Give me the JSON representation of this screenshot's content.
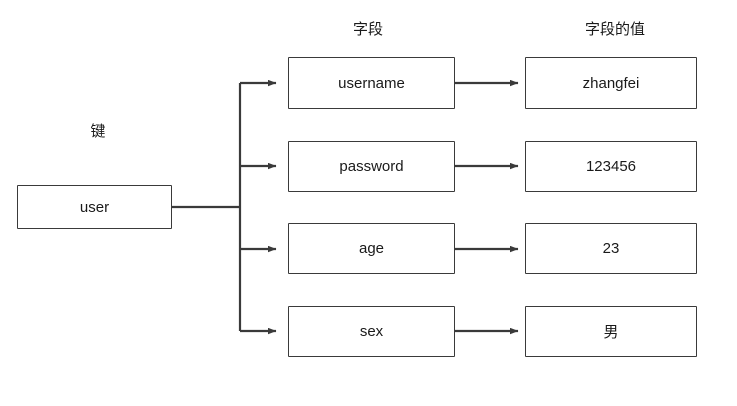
{
  "diagram": {
    "title_labels": {
      "key": "键",
      "field": "字段",
      "field_value": "字段的值"
    },
    "root": {
      "label": "user"
    },
    "fields": [
      {
        "name": "username",
        "value": "zhangfei"
      },
      {
        "name": "password",
        "value": "123456"
      },
      {
        "name": "age",
        "value": "23"
      },
      {
        "name": "sex",
        "value": "男"
      }
    ],
    "colors": {
      "stroke": "#3a3a3a",
      "text": "#1a1a1a",
      "background": "#ffffff"
    }
  }
}
